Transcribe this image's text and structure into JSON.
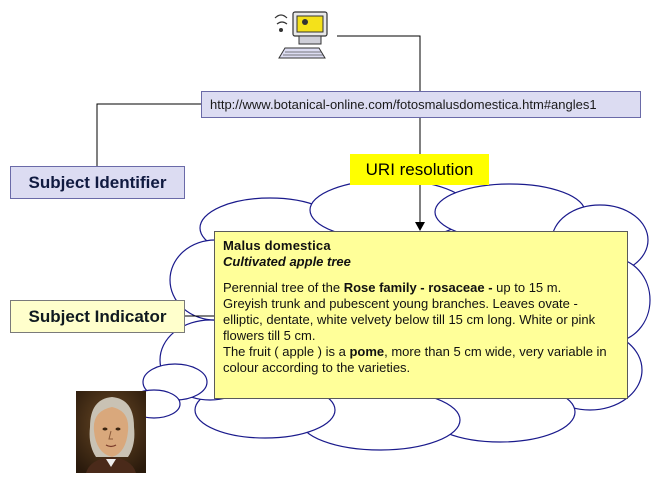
{
  "url": {
    "text": "http://www.botanical-online.com/fotosmalusdomestica.htm#angles1"
  },
  "uri_resolution": {
    "label": "URI resolution"
  },
  "subject_identifier": {
    "label": "Subject Identifier"
  },
  "subject_indicator": {
    "label": "Subject Indicator"
  },
  "info": {
    "title": "Malus domestica",
    "subtitle": "Cultivated apple tree",
    "line1_pre": "Perennial tree of the ",
    "line1_bold": "Rose family - rosaceae -",
    "line1_post": " up to 15 m.",
    "line2": "Greyish trunk and pubescent young branches. Leaves ovate - elliptic, dentate, white velvety below till 15 cm long. White or pink flowers till 5 cm.",
    "line3_pre": "The fruit ( apple ) is a ",
    "line3_bold": "pome",
    "line3_post": ", more than 5 cm wide, very variable in colour according to the varieties."
  },
  "icons": {
    "computer": "computer-icon",
    "portrait": "portrait-image"
  },
  "colors": {
    "url_box_bg": "#dcdcf2",
    "uri_label_bg": "#ffff00",
    "info_box_bg": "#ffff99",
    "indicator_bg": "#ffffcc",
    "cloud_stroke": "#1a1a8c"
  }
}
